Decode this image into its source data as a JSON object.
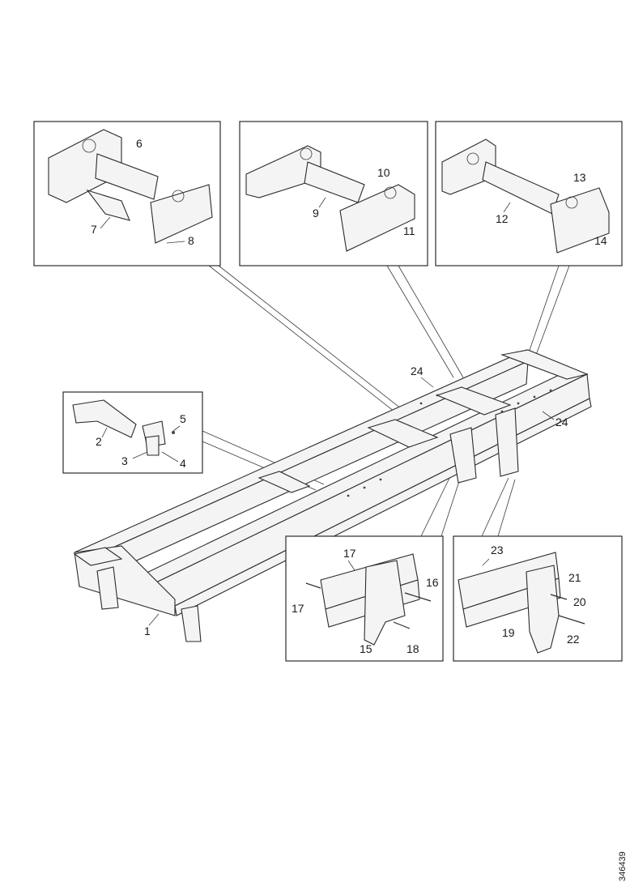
{
  "reference_code": "346439",
  "callouts": {
    "c1": "1",
    "c2": "2",
    "c3": "3",
    "c4": "4",
    "c5": "5",
    "c6": "6",
    "c7": "7",
    "c8": "8",
    "c9": "9",
    "c10": "10",
    "c11": "11",
    "c12": "12",
    "c13": "13",
    "c14": "14",
    "c15": "15",
    "c16": "16",
    "c17": "17",
    "c18": "18",
    "c19": "19",
    "c20": "20",
    "c21": "21",
    "c22": "22",
    "c23": "23",
    "c24": "24"
  }
}
